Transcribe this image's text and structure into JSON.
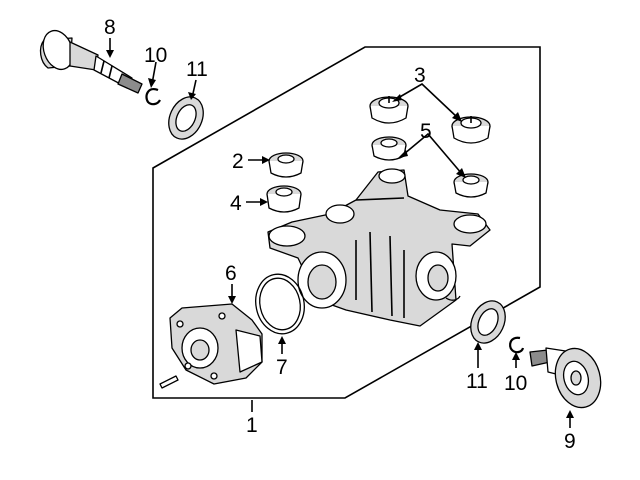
{
  "diagram": {
    "callouts": [
      {
        "id": "8",
        "text": "8"
      },
      {
        "id": "10a",
        "text": "10"
      },
      {
        "id": "11a",
        "text": "11"
      },
      {
        "id": "3",
        "text": "3"
      },
      {
        "id": "5",
        "text": "5"
      },
      {
        "id": "2",
        "text": "2"
      },
      {
        "id": "4",
        "text": "4"
      },
      {
        "id": "6",
        "text": "6"
      },
      {
        "id": "7",
        "text": "7"
      },
      {
        "id": "1",
        "text": "1"
      },
      {
        "id": "11b",
        "text": "11"
      },
      {
        "id": "10b",
        "text": "10"
      },
      {
        "id": "9",
        "text": "9"
      }
    ],
    "parts": [
      "axle-flange-left",
      "circlip-left",
      "seal-left",
      "mount-bushing-top",
      "mount-bushing-side",
      "differential-housing",
      "cover-assembly",
      "gasket-ring",
      "seal-right",
      "circlip-right",
      "axle-flange-right"
    ]
  }
}
